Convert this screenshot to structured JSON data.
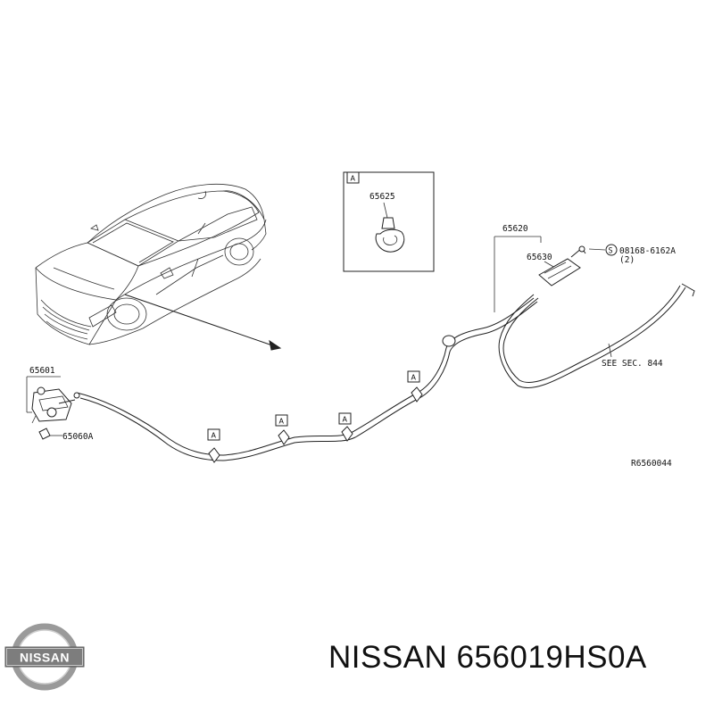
{
  "labels": {
    "ref_box": "A",
    "clip": "65625",
    "cable_assembly": "65620",
    "bracket": "65630",
    "bolt": "08168-6162A",
    "bolt_qty": "(2)",
    "bolt_symbol": "S",
    "see_sec": "SEE SEC. 844",
    "lock": "65601",
    "lock_bolt": "65060A",
    "ref_a": "A",
    "diagram_code": "R6560044"
  },
  "footer": {
    "part_number": "NISSAN 656019HS0A",
    "logo_text": "NISSAN"
  },
  "colors": {
    "line": "#222222",
    "logo_ring": "#9a9a9a",
    "logo_bar": "#7d7d7d"
  }
}
